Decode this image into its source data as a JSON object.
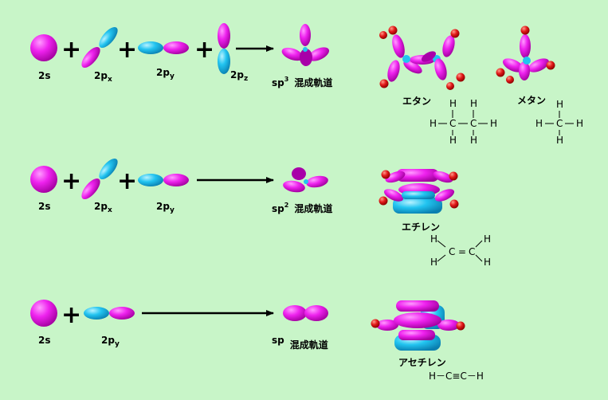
{
  "colors": {
    "magenta": "#ee22ee",
    "cyan": "#22c4f0",
    "red": "#e21a1a",
    "background": "#c8f5c8"
  },
  "rows": [
    {
      "orbitals": [
        {
          "label": "2s",
          "sub": ""
        },
        {
          "label": "2p",
          "sub": "x"
        },
        {
          "label": "2p",
          "sub": "y"
        },
        {
          "label": "2p",
          "sub": "z"
        }
      ],
      "hybrid": {
        "label": "sp",
        "sup": "3",
        "suffix": "混成軌道"
      },
      "molecules": [
        {
          "name": "エタン",
          "formula": [
            "H",
            "H",
            "H",
            "C",
            "C",
            "H",
            "H",
            "H"
          ]
        },
        {
          "name": "メタン",
          "formula": [
            "H",
            "H",
            "C",
            "H",
            "H"
          ]
        }
      ]
    },
    {
      "orbitals": [
        {
          "label": "2s",
          "sub": ""
        },
        {
          "label": "2p",
          "sub": "x"
        },
        {
          "label": "2p",
          "sub": "y"
        }
      ],
      "hybrid": {
        "label": "sp",
        "sup": "2",
        "suffix": "混成軌道"
      },
      "molecules": [
        {
          "name": "エチレン",
          "formula": [
            "H",
            "H",
            "C",
            "C",
            "H",
            "H"
          ],
          "bond": "="
        }
      ]
    },
    {
      "orbitals": [
        {
          "label": "2s",
          "sub": ""
        },
        {
          "label": "2p",
          "sub": "y"
        }
      ],
      "hybrid": {
        "label": "sp",
        "sup": "",
        "suffix": "混成軌道"
      },
      "molecules": [
        {
          "name": "アセチレン",
          "formula": "H－C≡C－H"
        }
      ]
    }
  ],
  "symbols": {
    "plus": "+"
  }
}
